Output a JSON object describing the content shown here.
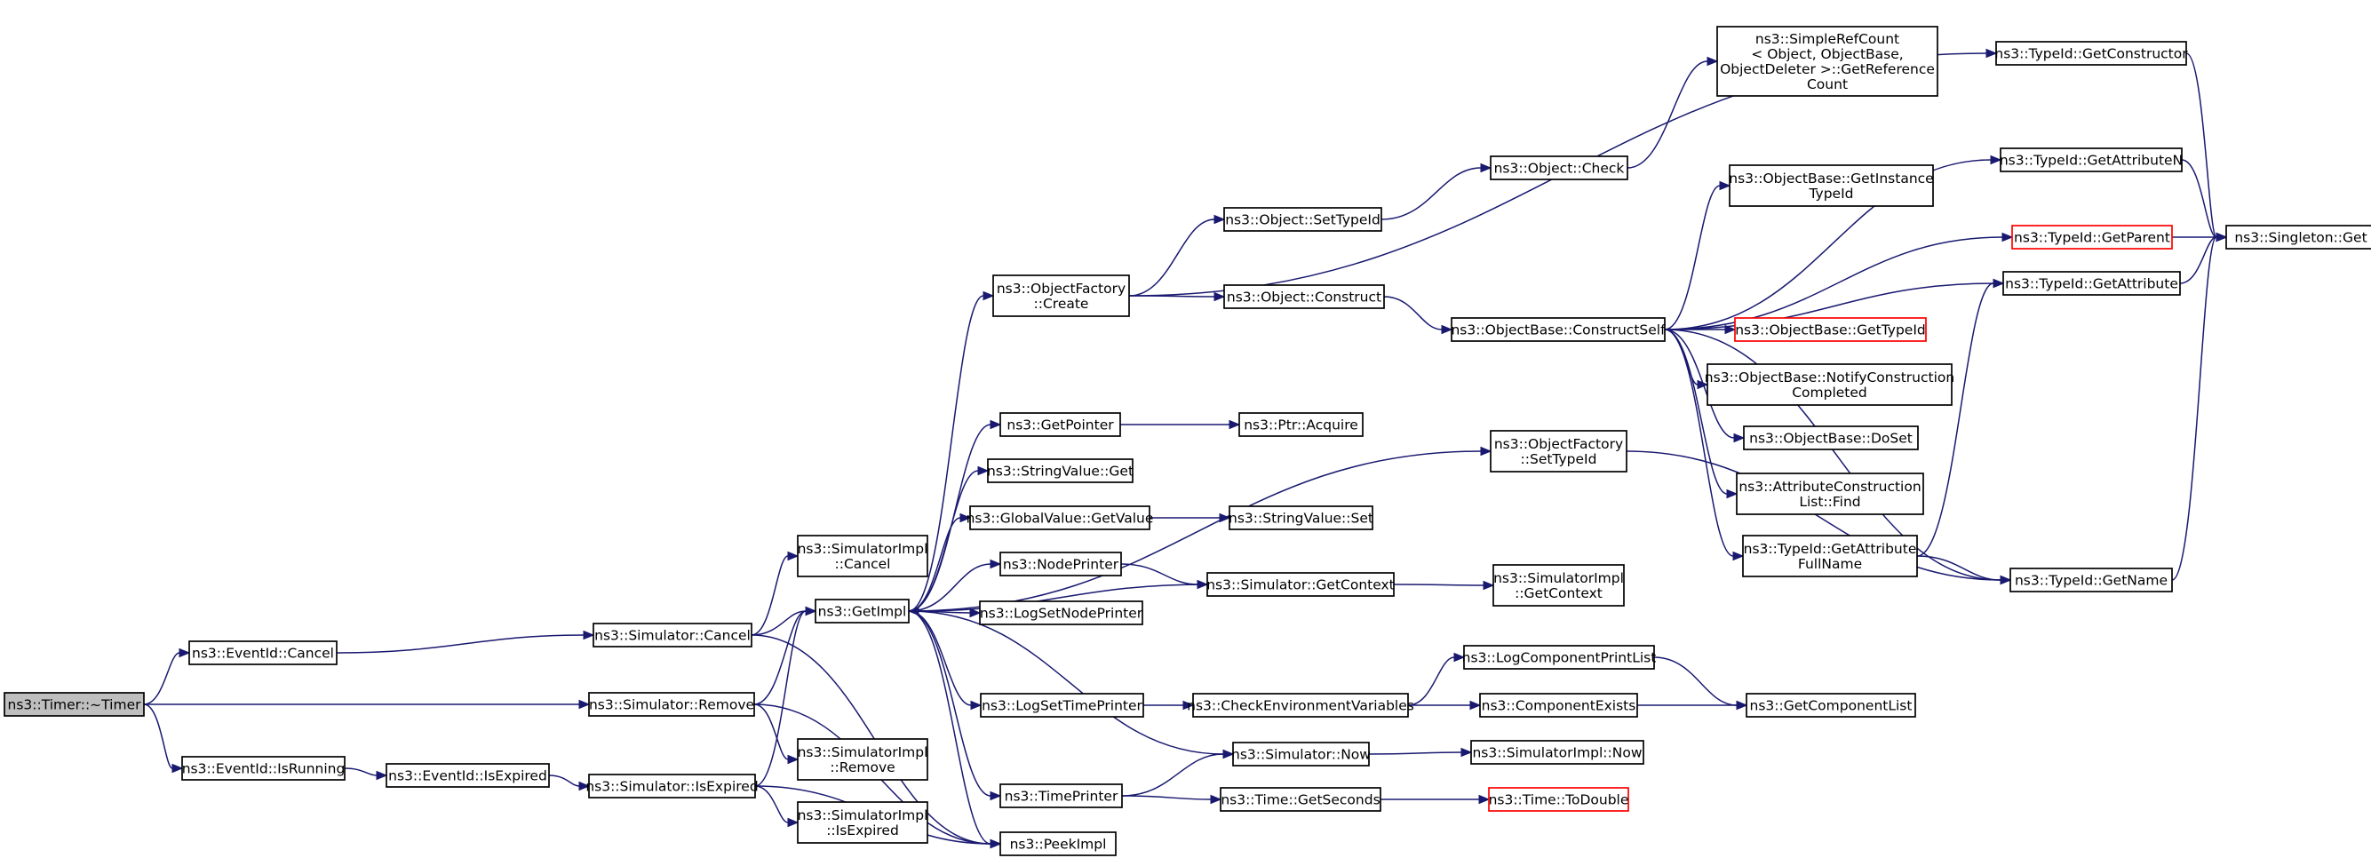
{
  "colors": {
    "edge": "#191970",
    "border": "#000000",
    "highlight_border": "#ff0000",
    "root_fill": "#bfbfbf"
  },
  "nodes": [
    {
      "id": "timer_dtor",
      "lines": [
        "ns3::Timer::~Timer"
      ],
      "root": true
    },
    {
      "id": "eventid_cancel",
      "lines": [
        "ns3::EventId::Cancel"
      ]
    },
    {
      "id": "eventid_isrunning",
      "lines": [
        "ns3::EventId::IsRunning"
      ]
    },
    {
      "id": "eventid_isexpired",
      "lines": [
        "ns3::EventId::IsExpired"
      ]
    },
    {
      "id": "sim_cancel",
      "lines": [
        "ns3::Simulator::Cancel"
      ]
    },
    {
      "id": "sim_remove",
      "lines": [
        "ns3::Simulator::Remove"
      ]
    },
    {
      "id": "sim_isexpired",
      "lines": [
        "ns3::Simulator::IsExpired"
      ]
    },
    {
      "id": "simimpl_cancel",
      "lines": [
        "ns3::SimulatorImpl",
        "::Cancel"
      ]
    },
    {
      "id": "getimpl",
      "lines": [
        "ns3::GetImpl"
      ]
    },
    {
      "id": "simimpl_remove",
      "lines": [
        "ns3::SimulatorImpl",
        "::Remove"
      ]
    },
    {
      "id": "simimpl_isexpired",
      "lines": [
        "ns3::SimulatorImpl",
        "::IsExpired"
      ]
    },
    {
      "id": "peekimpl",
      "lines": [
        "ns3::PeekImpl"
      ]
    },
    {
      "id": "objfactory_create",
      "lines": [
        "ns3::ObjectFactory",
        "::Create"
      ]
    },
    {
      "id": "getpointer",
      "lines": [
        "ns3::GetPointer"
      ]
    },
    {
      "id": "stringvalue_get",
      "lines": [
        "ns3::StringValue::Get"
      ]
    },
    {
      "id": "globalvalue_getvalue",
      "lines": [
        "ns3::GlobalValue::GetValue"
      ]
    },
    {
      "id": "nodeprinter",
      "lines": [
        "ns3::NodePrinter"
      ]
    },
    {
      "id": "logsetnodeprinter",
      "lines": [
        "ns3::LogSetNodePrinter"
      ]
    },
    {
      "id": "logsettimeprinter",
      "lines": [
        "ns3::LogSetTimePrinter"
      ]
    },
    {
      "id": "timeprinter",
      "lines": [
        "ns3::TimePrinter"
      ]
    },
    {
      "id": "object_settypeid",
      "lines": [
        "ns3::Object::SetTypeId"
      ]
    },
    {
      "id": "object_construct",
      "lines": [
        "ns3::Object::Construct"
      ]
    },
    {
      "id": "ptr_acquire",
      "lines": [
        "ns3::Ptr::Acquire"
      ]
    },
    {
      "id": "stringvalue_set",
      "lines": [
        "ns3::StringValue::Set"
      ]
    },
    {
      "id": "sim_getcontext",
      "lines": [
        "ns3::Simulator::GetContext"
      ]
    },
    {
      "id": "checkenv",
      "lines": [
        "ns3::CheckEnvironmentVariables"
      ]
    },
    {
      "id": "sim_now",
      "lines": [
        "ns3::Simulator::Now"
      ]
    },
    {
      "id": "time_getseconds",
      "lines": [
        "ns3::Time::GetSeconds"
      ]
    },
    {
      "id": "object_check",
      "lines": [
        "ns3::Object::Check"
      ]
    },
    {
      "id": "objbase_constructself",
      "lines": [
        "ns3::ObjectBase::ConstructSelf"
      ]
    },
    {
      "id": "objfactory_settypeid",
      "lines": [
        "ns3::ObjectFactory",
        "::SetTypeId"
      ]
    },
    {
      "id": "simimpl_getcontext",
      "lines": [
        "ns3::SimulatorImpl",
        "::GetContext"
      ]
    },
    {
      "id": "logcomponentprintlist",
      "lines": [
        "ns3::LogComponentPrintList"
      ]
    },
    {
      "id": "componentexists",
      "lines": [
        "ns3::ComponentExists"
      ]
    },
    {
      "id": "simimpl_now",
      "lines": [
        "ns3::SimulatorImpl::Now"
      ]
    },
    {
      "id": "time_todouble",
      "lines": [
        "ns3::Time::ToDouble"
      ],
      "red": true
    },
    {
      "id": "simplerefcount",
      "lines": [
        "ns3::SimpleRefCount",
        "< Object, ObjectBase,",
        " ObjectDeleter >::GetReference",
        "Count"
      ]
    },
    {
      "id": "objbase_getinstancetypeid",
      "lines": [
        "ns3::ObjectBase::GetInstance",
        "TypeId"
      ]
    },
    {
      "id": "objbase_gettypeid",
      "lines": [
        "ns3::ObjectBase::GetTypeId"
      ],
      "red": true
    },
    {
      "id": "objbase_notifyconstruction",
      "lines": [
        "ns3::ObjectBase::NotifyConstruction",
        "Completed"
      ]
    },
    {
      "id": "objbase_doset",
      "lines": [
        "ns3::ObjectBase::DoSet"
      ]
    },
    {
      "id": "attrconstructionlist_find",
      "lines": [
        "ns3::AttributeConstruction",
        "List::Find"
      ]
    },
    {
      "id": "typeid_getattributefullname",
      "lines": [
        "ns3::TypeId::GetAttribute",
        "FullName"
      ]
    },
    {
      "id": "getcomponentlist",
      "lines": [
        "ns3::GetComponentList"
      ]
    },
    {
      "id": "typeid_getconstructor",
      "lines": [
        "ns3::TypeId::GetConstructor"
      ]
    },
    {
      "id": "typeid_getattributen",
      "lines": [
        "ns3::TypeId::GetAttributeN"
      ]
    },
    {
      "id": "typeid_getparent",
      "lines": [
        "ns3::TypeId::GetParent"
      ],
      "red": true
    },
    {
      "id": "typeid_getattribute",
      "lines": [
        "ns3::TypeId::GetAttribute"
      ]
    },
    {
      "id": "typeid_getname",
      "lines": [
        "ns3::TypeId::GetName"
      ]
    },
    {
      "id": "singleton_get",
      "lines": [
        "ns3::Singleton::Get"
      ]
    }
  ],
  "edges": [
    [
      "timer_dtor",
      "eventid_cancel"
    ],
    [
      "timer_dtor",
      "sim_remove"
    ],
    [
      "timer_dtor",
      "eventid_isrunning"
    ],
    [
      "eventid_cancel",
      "sim_cancel"
    ],
    [
      "eventid_isrunning",
      "eventid_isexpired"
    ],
    [
      "eventid_isexpired",
      "sim_isexpired"
    ],
    [
      "sim_cancel",
      "simimpl_cancel"
    ],
    [
      "sim_cancel",
      "getimpl"
    ],
    [
      "sim_cancel",
      "peekimpl"
    ],
    [
      "sim_remove",
      "getimpl"
    ],
    [
      "sim_remove",
      "simimpl_remove"
    ],
    [
      "sim_remove",
      "peekimpl"
    ],
    [
      "sim_isexpired",
      "getimpl"
    ],
    [
      "sim_isexpired",
      "simimpl_isexpired"
    ],
    [
      "sim_isexpired",
      "peekimpl"
    ],
    [
      "getimpl",
      "objfactory_create"
    ],
    [
      "getimpl",
      "objfactory_settypeid"
    ],
    [
      "getimpl",
      "getpointer"
    ],
    [
      "getimpl",
      "stringvalue_get"
    ],
    [
      "getimpl",
      "globalvalue_getvalue"
    ],
    [
      "getimpl",
      "nodeprinter"
    ],
    [
      "getimpl",
      "logsetnodeprinter"
    ],
    [
      "getimpl",
      "logsettimeprinter"
    ],
    [
      "getimpl",
      "timeprinter"
    ],
    [
      "getimpl",
      "sim_now"
    ],
    [
      "getimpl",
      "peekimpl"
    ],
    [
      "objfactory_create",
      "object_settypeid"
    ],
    [
      "objfactory_create",
      "object_construct"
    ],
    [
      "objfactory_create",
      "typeid_getconstructor"
    ],
    [
      "getpointer",
      "ptr_acquire"
    ],
    [
      "globalvalue_getvalue",
      "stringvalue_set"
    ],
    [
      "nodeprinter",
      "sim_getcontext"
    ],
    [
      "sim_getcontext",
      "getimpl"
    ],
    [
      "sim_getcontext",
      "simimpl_getcontext"
    ],
    [
      "logsettimeprinter",
      "checkenv"
    ],
    [
      "timeprinter",
      "sim_now"
    ],
    [
      "timeprinter",
      "time_getseconds"
    ],
    [
      "checkenv",
      "logcomponentprintlist"
    ],
    [
      "checkenv",
      "componentexists"
    ],
    [
      "sim_now",
      "simimpl_now"
    ],
    [
      "time_getseconds",
      "time_todouble"
    ],
    [
      "object_settypeid",
      "object_check"
    ],
    [
      "object_check",
      "simplerefcount"
    ],
    [
      "object_construct",
      "objbase_constructself"
    ],
    [
      "objbase_constructself",
      "typeid_getattributen"
    ],
    [
      "objbase_constructself",
      "objbase_getinstancetypeid"
    ],
    [
      "objbase_constructself",
      "typeid_getparent"
    ],
    [
      "objbase_constructself",
      "typeid_getattribute"
    ],
    [
      "objbase_constructself",
      "objbase_gettypeid"
    ],
    [
      "objbase_constructself",
      "objbase_notifyconstruction"
    ],
    [
      "objbase_constructself",
      "objbase_doset"
    ],
    [
      "objbase_constructself",
      "attrconstructionlist_find"
    ],
    [
      "objbase_constructself",
      "typeid_getattributefullname"
    ],
    [
      "objbase_constructself",
      "typeid_getname"
    ],
    [
      "objfactory_settypeid",
      "typeid_getname"
    ],
    [
      "logcomponentprintlist",
      "getcomponentlist"
    ],
    [
      "componentexists",
      "getcomponentlist"
    ],
    [
      "typeid_getattributefullname",
      "typeid_getattribute"
    ],
    [
      "typeid_getattributefullname",
      "typeid_getname"
    ],
    [
      "typeid_getconstructor",
      "singleton_get"
    ],
    [
      "typeid_getattributen",
      "singleton_get"
    ],
    [
      "typeid_getparent",
      "singleton_get"
    ],
    [
      "typeid_getattribute",
      "singleton_get"
    ],
    [
      "typeid_getname",
      "singleton_get"
    ]
  ]
}
